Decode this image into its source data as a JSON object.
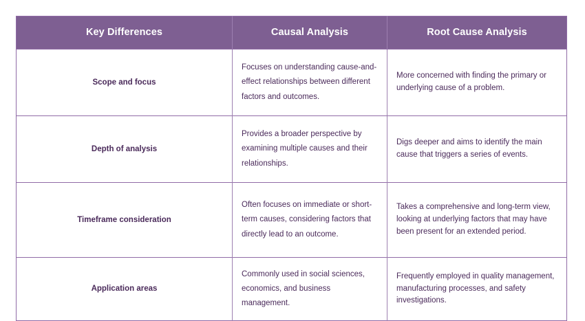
{
  "table": {
    "headers": [
      {
        "label": "Key Differences"
      },
      {
        "label": "Causal Analysis"
      },
      {
        "label": "Root Cause Analysis"
      }
    ],
    "rows": [
      {
        "key": "Scope and focus",
        "causal_analysis": "Focuses on understanding cause-and-effect relationships between different factors and outcomes.",
        "root_cause_analysis": "More concerned with finding the primary or underlying cause of a problem."
      },
      {
        "key": "Depth of analysis",
        "causal_analysis": "Provides a broader perspective by examining multiple causes and their relationships.",
        "root_cause_analysis": "Digs deeper and aims to identify the main cause that triggers a series of events."
      },
      {
        "key": "Timeframe consideration",
        "causal_analysis": "Often focuses on immediate or short-term causes, considering factors that directly lead to an outcome.",
        "root_cause_analysis": "Takes a comprehensive and long-term view, looking at underlying factors that may have been present for an extended period."
      },
      {
        "key": "Application areas",
        "causal_analysis": "Commonly used in social sciences, economics, and business management.",
        "root_cause_analysis": "Frequently employed in quality management, manufacturing processes, and safety investigations."
      }
    ]
  },
  "colors": {
    "header_background": "#7e5f92",
    "header_text": "#ffffff",
    "body_text": "#4a2a5a",
    "border": "#8f6aa6",
    "page_background": "#ffffff"
  }
}
